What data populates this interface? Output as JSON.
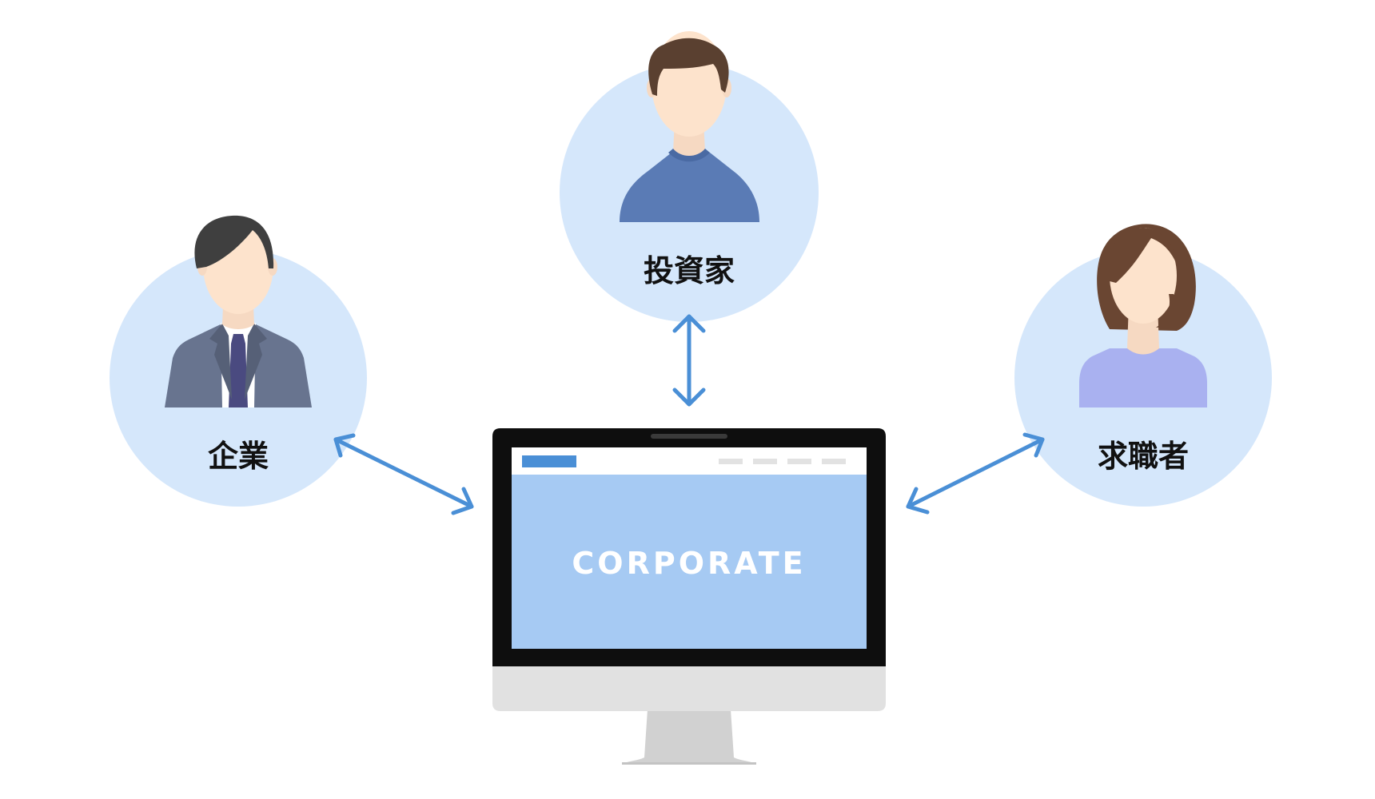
{
  "stakeholders": {
    "company": {
      "label": "企業",
      "icon": "businessman-icon"
    },
    "investor": {
      "label": "投資家",
      "icon": "man-icon"
    },
    "job_seeker": {
      "label": "求職者",
      "icon": "woman-icon"
    }
  },
  "monitor": {
    "screen_text": "CORPORATE",
    "icon": "desktop-monitor-icon"
  },
  "colors": {
    "circle_fill": "#d5e7fb",
    "arrow": "#4a8fd6",
    "screen_fill": "#a6caf3",
    "header_accent": "#4a8fd6",
    "bezel": "#0e0e0e",
    "chin": "#e1e1e1",
    "stand": "#d1d1d1"
  }
}
